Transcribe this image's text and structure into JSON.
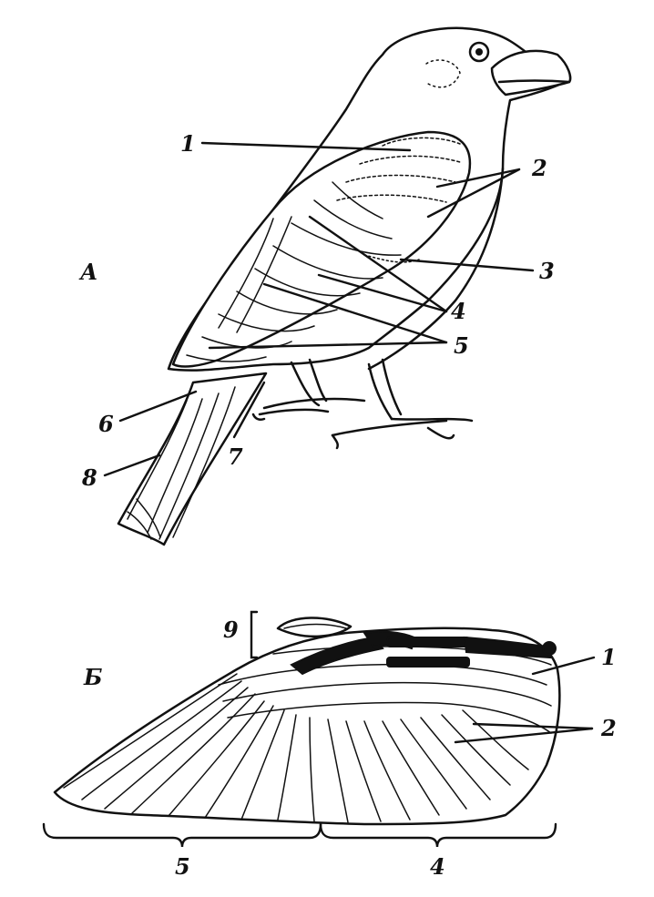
{
  "figure": {
    "panel_a_letter": "А",
    "panel_b_letter": "Б",
    "panel_a_labels": {
      "l1": "1",
      "l2": "2",
      "l3": "3",
      "l4": "4",
      "l5": "5",
      "l6": "6",
      "l7": "7",
      "l8": "8"
    },
    "panel_b_labels": {
      "l9": "9",
      "l1": "1",
      "l2": "2",
      "l5": "5",
      "l4": "4"
    }
  }
}
